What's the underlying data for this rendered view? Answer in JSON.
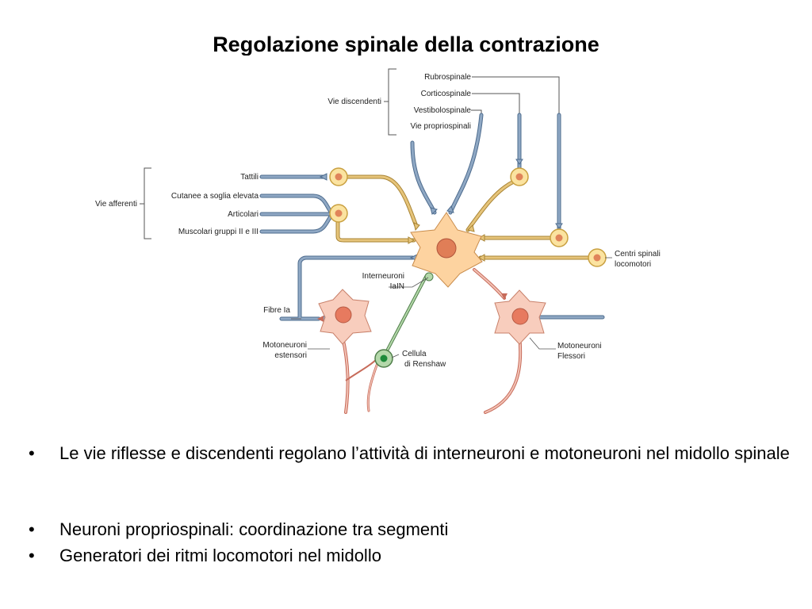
{
  "title": "Regolazione spinale della contrazione",
  "diagram": {
    "labels": {
      "vie_discendenti": "Vie discendenti",
      "rubrospinale": "Rubrospinale",
      "corticospinale": "Corticospinale",
      "vestibolospinale": "Vestibolospinale",
      "vie_propriospinali": "Vie propriospinali",
      "vie_afferenti": "Vie afferenti",
      "tattili": "Tattili",
      "cutanee": "Cutanee a soglia elevata",
      "articolari": "Articolari",
      "muscolari": "Muscolari gruppi II e III",
      "centri_line1": "Centri spinali",
      "centri_line2": "locomotori",
      "interneuroni_line1": "Interneuroni",
      "interneuroni_line2": "IaIN",
      "fibre_ia": "Fibre Ia",
      "moto_est_line1": "Motoneuroni",
      "moto_est_line2": "estensori",
      "cellula_line1": "Cellula",
      "cellula_line2": "di Renshaw",
      "moto_fle_line1": "Motoneuroni",
      "moto_fle_line2": "Flessori"
    },
    "colors": {
      "interneuron": "#fdd3a0",
      "interneuron_nucleus": "#e07e57",
      "motoneuron": "#f8cdbd",
      "motoneuron_nucleus": "#e77a5f",
      "afferent_fiber": "#7f99b7",
      "yellow_fiber": "#d9b058",
      "yellow_cell": "#fbe3a0",
      "renshaw": "#b4d8aa",
      "renshaw_nucleus": "#1e8a3a",
      "axon": "#c76b5a"
    }
  },
  "bullets": [
    "Le vie riflesse e discendenti regolano l’attività di interneuroni e motoneuroni nel midollo spinale",
    "Neuroni propriospinali: coordinazione tra segmenti",
    "Generatori dei ritmi locomotori nel midollo"
  ]
}
